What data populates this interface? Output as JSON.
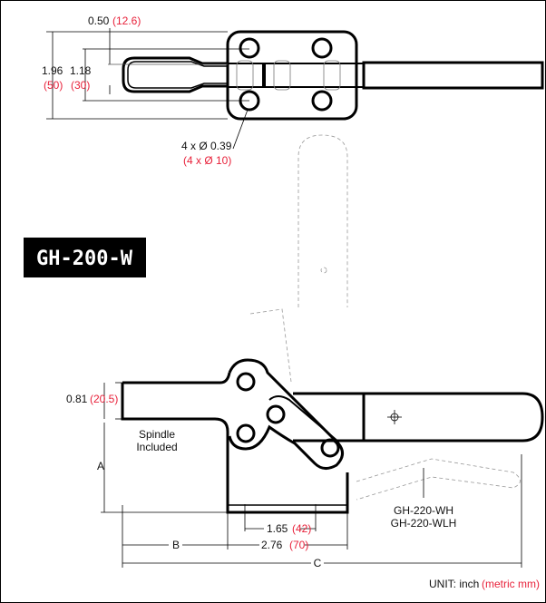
{
  "model": "GH-200-W",
  "top_view": {
    "dim_slot_width": {
      "inch": "0.50",
      "mm": "(12.6)"
    },
    "dim_total_height": {
      "inch": "1.96",
      "mm": "(50)"
    },
    "dim_hole_spacing": {
      "inch": "1.18",
      "mm": "(30)"
    },
    "dim_holes": {
      "inch": "4 x Ø 0.39",
      "mm": "(4 x Ø 10)"
    }
  },
  "side_view": {
    "dim_spindle_height": {
      "inch": "0.81",
      "mm": "(20.5)"
    },
    "dim_a": "A",
    "spindle_note": [
      "Spindle",
      "Included"
    ],
    "alt_models": [
      "GH-220-WH",
      "GH-220-WLH"
    ],
    "dim_base_holes": {
      "inch": "1.65",
      "mm": "(42)"
    },
    "dim_base_length": {
      "inch": "2.76",
      "mm": "(70)"
    },
    "dim_b": "B",
    "dim_c": "C"
  },
  "unit": {
    "label": "UNIT: inch",
    "metric": "(metric mm)"
  }
}
